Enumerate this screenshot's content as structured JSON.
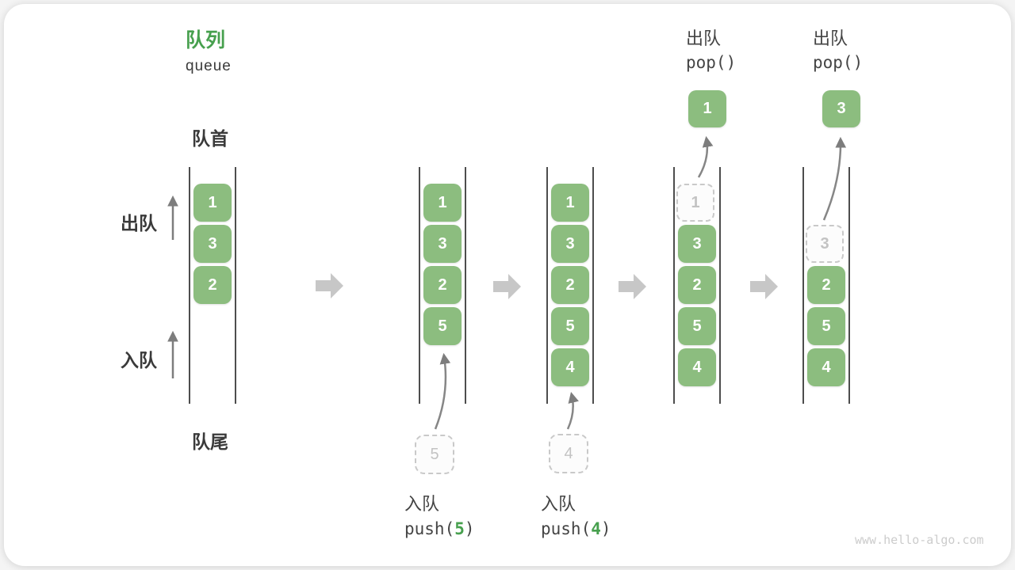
{
  "title": {
    "zh": "队列",
    "en": "queue"
  },
  "side_labels": {
    "front": "队首",
    "rear": "队尾",
    "dequeue": "出队",
    "enqueue": "入队"
  },
  "colors": {
    "box_green": "#8CBD7F",
    "accent_green": "#47A04E",
    "wall_gray": "#4d4d4d",
    "block_arrow_gray": "#c7c7c7",
    "thin_arrow_gray": "#868686",
    "dashed_gray": "#c9c9c9"
  },
  "states": [
    {
      "slots": [
        {
          "value": "1"
        },
        {
          "value": "3"
        },
        {
          "value": "2"
        }
      ]
    },
    {
      "slots": [
        {
          "value": "1"
        },
        {
          "value": "3"
        },
        {
          "value": "2"
        },
        {
          "value": "5"
        }
      ]
    },
    {
      "slots": [
        {
          "value": "1"
        },
        {
          "value": "3"
        },
        {
          "value": "2"
        },
        {
          "value": "5"
        },
        {
          "value": "4"
        }
      ]
    },
    {
      "slots": [
        {
          "value": "1",
          "dashed": true
        },
        {
          "value": "3"
        },
        {
          "value": "2"
        },
        {
          "value": "5"
        },
        {
          "value": "4"
        }
      ]
    },
    {
      "slots": [
        {
          "value": "3",
          "dashed": true
        },
        {
          "value": "2"
        },
        {
          "value": "5"
        },
        {
          "value": "4"
        }
      ]
    }
  ],
  "annotations": {
    "push5": {
      "label_zh": "入队",
      "code_prefix": "push(",
      "arg": "5",
      "code_suffix": ")"
    },
    "push4": {
      "label_zh": "入队",
      "code_prefix": "push(",
      "arg": "4",
      "code_suffix": ")"
    },
    "pop1": {
      "label_zh": "出队",
      "code": "pop()",
      "popped": "1"
    },
    "pop2": {
      "label_zh": "出队",
      "code": "pop()",
      "popped": "3"
    }
  },
  "watermark": "www.hello-algo.com"
}
